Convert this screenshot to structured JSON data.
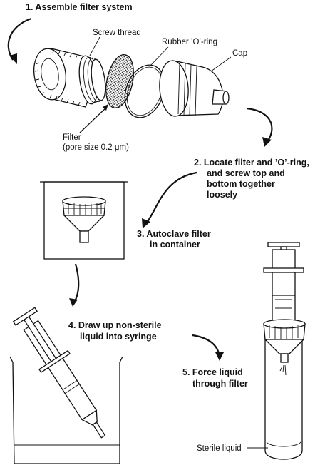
{
  "steps": {
    "s1": "1.  Assemble filter system",
    "s2": [
      "2.  Locate filter and ’O’-ring,",
      "and screw top and",
      "bottom together",
      "loosely"
    ],
    "s3": [
      "3.  Autoclave filter",
      "in container"
    ],
    "s4": [
      "4.  Draw up non-sterile",
      "liquid into syringe"
    ],
    "s5": [
      "5.  Force liquid",
      "through filter"
    ]
  },
  "parts": {
    "screw_thread": "Screw thread",
    "rubber_o_ring": "Rubber ’O’-ring",
    "cap": "Cap",
    "filter": [
      "Filter",
      "(pore size 0.2 μm)"
    ],
    "sterile_liquid": "Sterile liquid"
  }
}
